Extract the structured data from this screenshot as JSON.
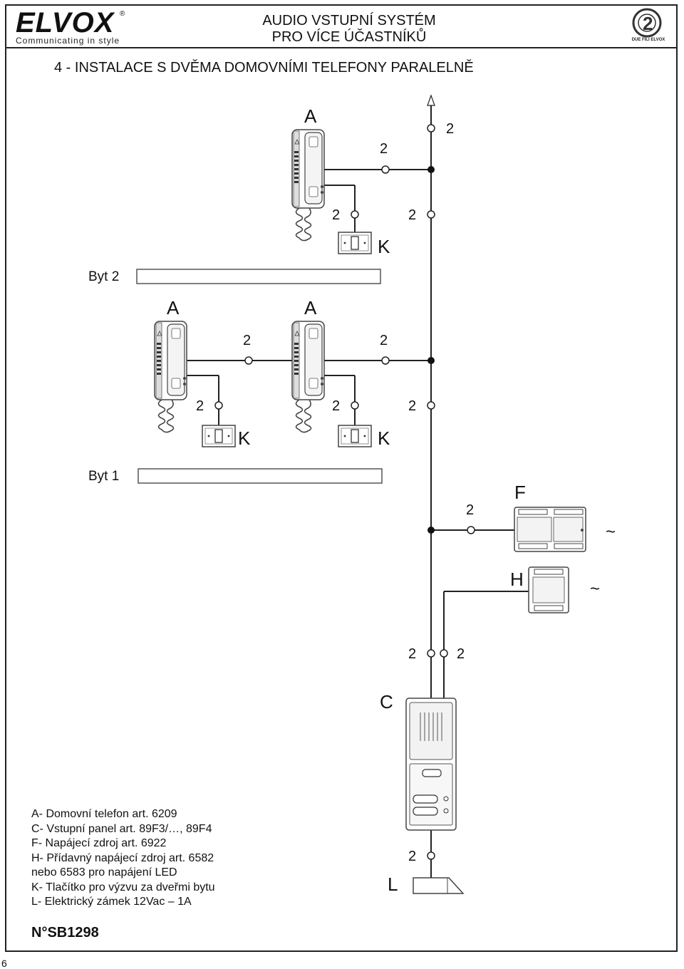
{
  "header": {
    "logo_text": "ELVOX",
    "logo_tagline": "Communicating in style",
    "title_line1": "AUDIO VSTUPNÍ SYSTÉM",
    "title_line2": "PRO VÍCE ÚČASTNÍKŮ",
    "badge_caption": "DUE FILI ELVOX",
    "badge_mark": "2"
  },
  "section_title": "4 - INSTALACE S DVĚMA DOMOVNÍMI TELEFONY PARALELNĚ",
  "diagram": {
    "floor_upper": "Byt 2",
    "floor_lower": "Byt 1",
    "label_A": "A",
    "label_K": "K",
    "label_F": "F",
    "label_H": "H",
    "label_C": "C",
    "label_L": "L",
    "wire_count": "2",
    "ac_symbol": "~"
  },
  "legend": [
    "A- Domovní telefon art. 6209",
    "C- Vstupní panel art. 89F3/…, 89F4",
    "F- Napájecí zdroj art. 6922",
    "H- Přídavný napájecí zdroj art. 6582",
    "nebo 6583 pro napájení LED",
    "K- Tlačítko pro výzvu za dveřmi bytu",
    "L- Elektrický zámek 12Vac – 1A"
  ],
  "document_code": "N°SB1298",
  "page_number": "6"
}
